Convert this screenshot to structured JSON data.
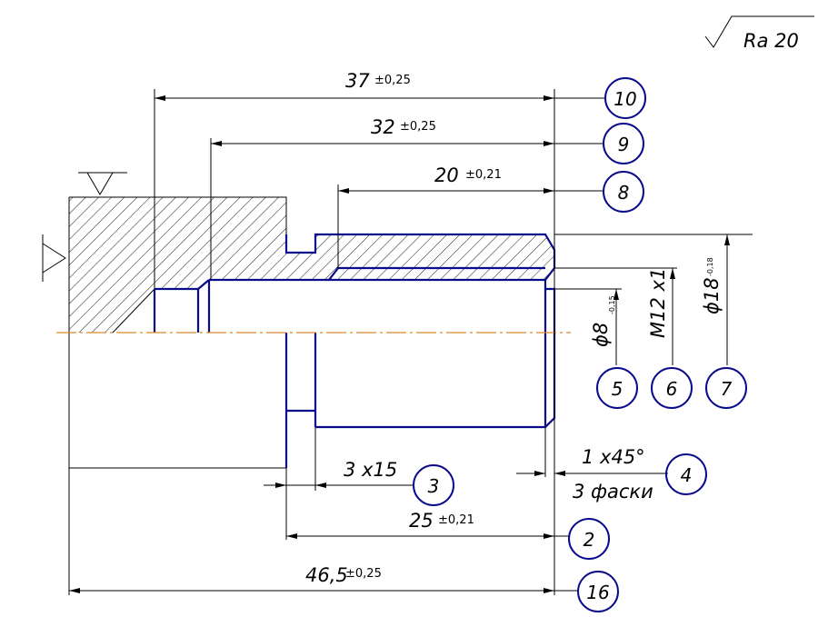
{
  "roughness": {
    "label": "Ra 20"
  },
  "dimensions": {
    "d10": {
      "value": "37",
      "tol": "±0,25",
      "callout": "10"
    },
    "d9": {
      "value": "32",
      "tol": "±0,25",
      "callout": "9"
    },
    "d8": {
      "value": "20",
      "tol": "±0,21",
      "callout": "8"
    },
    "d3": {
      "value": "3 x15",
      "callout": "3"
    },
    "d4": {
      "value": "1 x45°",
      "note": "3 фаски",
      "callout": "4"
    },
    "d2": {
      "value": "25",
      "tol": "±0,21",
      "callout": "2"
    },
    "d16": {
      "value": "46,5",
      "tol": "±0,25",
      "callout": "16"
    },
    "d5": {
      "value": "ϕ8",
      "tol": "-0,15",
      "callout": "5"
    },
    "d6": {
      "value": "M12 x1",
      "callout": "6"
    },
    "d7": {
      "value": "ϕ18",
      "tol": "-0,18",
      "callout": "7"
    }
  },
  "colors": {
    "outline": "#0a0a8c",
    "centerline": "#d98a2b",
    "bubble": "#0a0a8c"
  }
}
